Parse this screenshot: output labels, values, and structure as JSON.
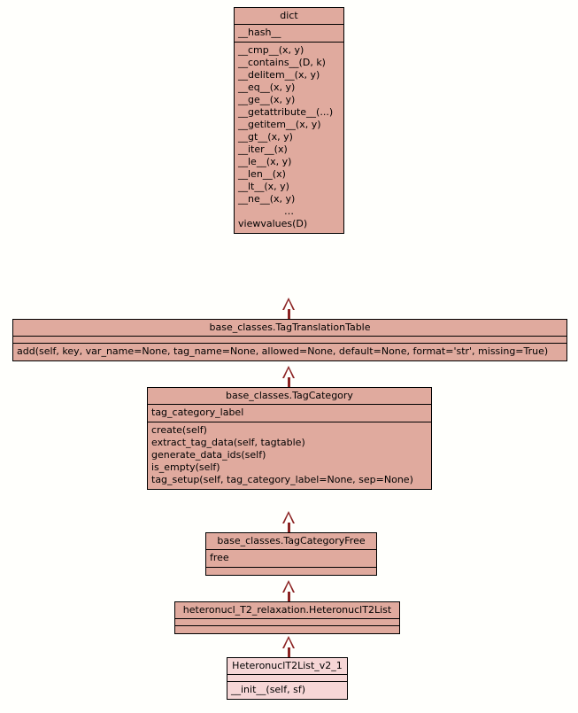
{
  "diagram": {
    "title": "UML class inheritance diagram",
    "background_color": "#fffffc",
    "class_fill_color": "#e0aa9e",
    "class_fill_color_light": "#f6d6d6",
    "border_color": "#000000",
    "connector_color": "#8b2222",
    "relationship": "generalization"
  },
  "classes": [
    {
      "id": "dict",
      "name": "dict",
      "attributes": [
        "__hash__"
      ],
      "methods": [
        "__cmp__(x, y)",
        "__contains__(D, k)",
        "__delitem__(x, y)",
        "__eq__(x, y)",
        "__ge__(x, y)",
        "__getattribute__(...)",
        "__getitem__(x, y)",
        "__gt__(x, y)",
        "__iter__(x)",
        "__le__(x, y)",
        "__len__(x)",
        "__lt__(x, y)",
        "__ne__(x, y)",
        "…",
        "viewvalues(D)"
      ]
    },
    {
      "id": "tag-translation-table",
      "name": "base_classes.TagTranslationTable",
      "attributes": [],
      "methods": [
        "add(self, key, var_name=None, tag_name=None, allowed=None, default=None, format='str', missing=True)"
      ]
    },
    {
      "id": "tag-category",
      "name": "base_classes.TagCategory",
      "attributes": [
        "tag_category_label"
      ],
      "methods": [
        "create(self)",
        "extract_tag_data(self, tagtable)",
        "generate_data_ids(self)",
        "is_empty(self)",
        "tag_setup(self, tag_category_label=None, sep=None)"
      ]
    },
    {
      "id": "tag-category-free",
      "name": "base_classes.TagCategoryFree",
      "attributes": [
        "free"
      ],
      "methods": []
    },
    {
      "id": "heteronuc-t2-list",
      "name": "heteronucl_T2_relaxation.HeteronuclT2List",
      "attributes": [],
      "methods": []
    },
    {
      "id": "heteronuc-t2-list-v2-1",
      "name": "HeteronuclT2List_v2_1",
      "attributes": [],
      "methods": [
        "__init__(self, sf)"
      ]
    }
  ],
  "edges": [
    {
      "from": "tag-translation-table",
      "to": "dict",
      "type": "generalization"
    },
    {
      "from": "tag-category",
      "to": "tag-translation-table",
      "type": "generalization"
    },
    {
      "from": "tag-category-free",
      "to": "tag-category",
      "type": "generalization"
    },
    {
      "from": "heteronuc-t2-list",
      "to": "tag-category-free",
      "type": "generalization"
    },
    {
      "from": "heteronuc-t2-list-v2-1",
      "to": "heteronuc-t2-list",
      "type": "generalization"
    }
  ]
}
